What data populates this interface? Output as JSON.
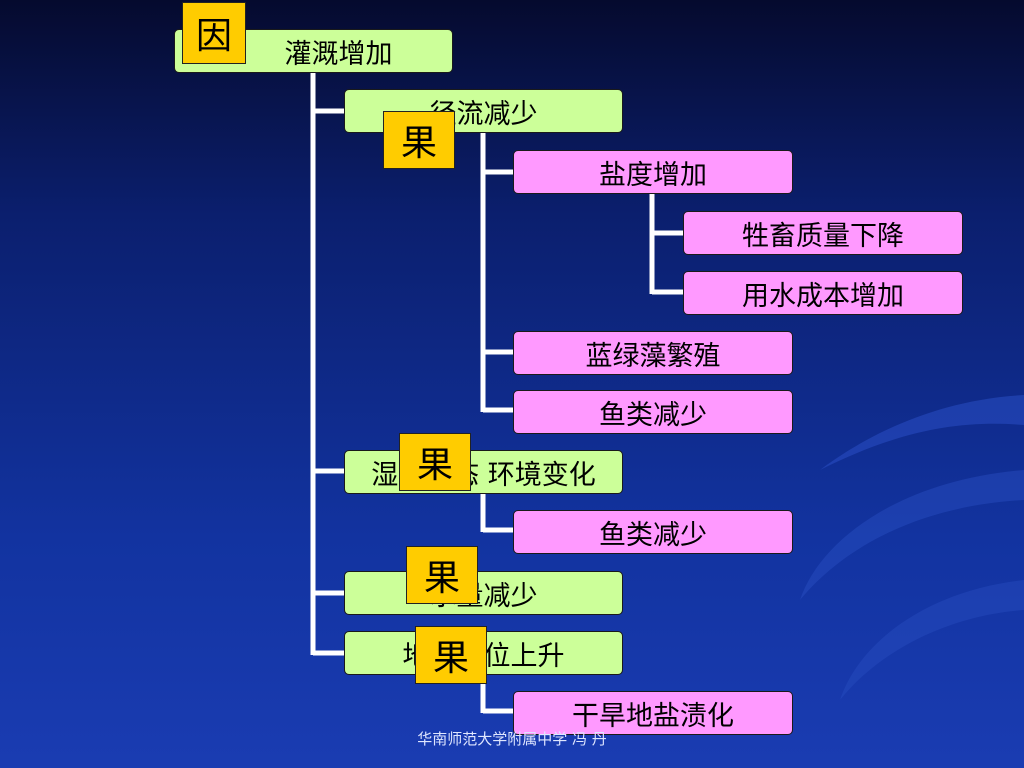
{
  "nodes": {
    "guangai": "灌溉增加",
    "jingliu": "径流减少",
    "yandu": "盐度增加",
    "shengchu": "牲畜质量下降",
    "yongshui": "用水成本增加",
    "lanlvzao": "蓝绿藻繁殖",
    "yulei1": "鱼类减少",
    "shidi": "湿地生态 环境变化",
    "yulei2": "鱼类减少",
    "shuiliang": "水量减少",
    "dixiashui": "地下水位上升",
    "ganhan": "干旱地盐渍化"
  },
  "tags": {
    "cause": "因",
    "effect": "果"
  },
  "footer": "华南师范大学附属中学 冯 丹",
  "colors": {
    "green_node": "#ccff99",
    "pink_node": "#ff99ff",
    "tag": "#ffcc00",
    "connector": "#ffffff"
  }
}
